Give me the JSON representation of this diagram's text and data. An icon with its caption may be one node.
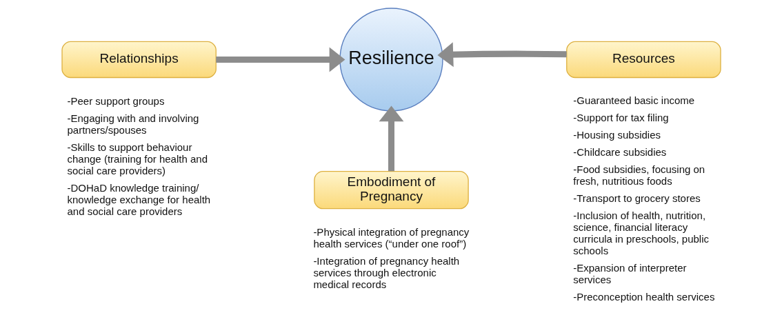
{
  "diagram": {
    "nodes": [
      {
        "text": [
          "Relationships"
        ],
        "beside": [
          "-Peer support groups",
          "-Engaging with and involving partners/spouses",
          "-Skills to support behaviour change (training for health and social care providers)",
          "-DOHaD knowledge training/ knowledge exchange for health and social care providers"
        ]
      },
      {
        "text": [
          "Resilience"
        ]
      },
      {
        "text": [
          "Resources"
        ],
        "beside": [
          "-Guaranteed basic income",
          "-Support for tax filing",
          "-Housing subsidies",
          "-Childcare subsidies",
          "-Food subsidies, focusing on fresh, nutritious foods",
          "-Transport to grocery stores",
          "-Inclusion of health, nutrition, science, financial literacy curricula in preschools, public schools",
          "-Expansion of interpreter services",
          "-Preconception health services"
        ]
      },
      {
        "text": [
          "Embodiment of Pregnancy"
        ],
        "beside": [
          "-Physical integration of pregnancy health services (“under one roof”)",
          "-Integration of pregnancy health services through electronic medical records"
        ]
      }
    ],
    "edges": [
      {
        "from": 0,
        "to": 1,
        "arrow": "to"
      },
      {
        "from": 2,
        "to": 1,
        "arrow": "to"
      },
      {
        "from": 3,
        "to": 1,
        "arrow": "to"
      }
    ]
  }
}
